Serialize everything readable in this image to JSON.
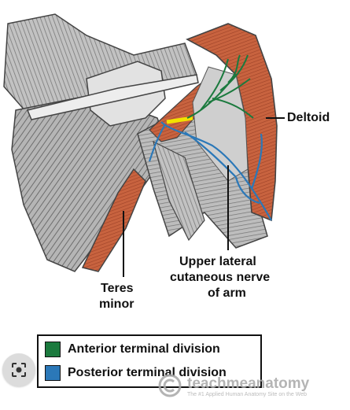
{
  "labels": {
    "deltoid": "Deltoid",
    "teres_minor_line1": "Teres",
    "teres_minor_line2": "minor",
    "nerve_line1": "Upper lateral",
    "nerve_line2": "cutaneous nerve",
    "nerve_line3": "of arm"
  },
  "legend": {
    "items": [
      {
        "label": "Anterior terminal division",
        "color": "#1b7a3e"
      },
      {
        "label": "Posterior terminal division",
        "color": "#2b78b8"
      }
    ]
  },
  "watermark": {
    "name": "teachmeanatomy",
    "tagline": "The #1 Applied Human Anatomy Site on the Web"
  },
  "colors": {
    "muscle": "#c4603f",
    "bone": "#e6e6e6",
    "tendon": "#9a9a9a",
    "anterior_nerve": "#1b7a3e",
    "posterior_nerve": "#2b78b8",
    "nerve_yellow": "#f2e200"
  }
}
